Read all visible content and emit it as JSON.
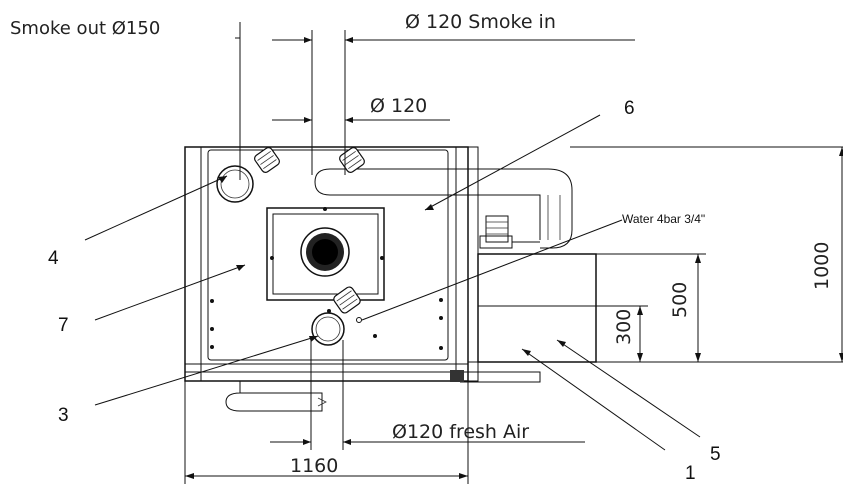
{
  "dimensions": {
    "smoke_out": "Smoke out Ø150",
    "smoke_in": "Ø 120  Smoke in",
    "pipe_top": "Ø 120",
    "fresh_air": "Ø120 fresh Air",
    "width": "1160",
    "height_total": "1000",
    "height_mid": "500",
    "height_low": "300"
  },
  "water_note": "Water 4bar 3/4\"",
  "callouts": [
    "1",
    "3",
    "4",
    "5",
    "6",
    "7"
  ]
}
